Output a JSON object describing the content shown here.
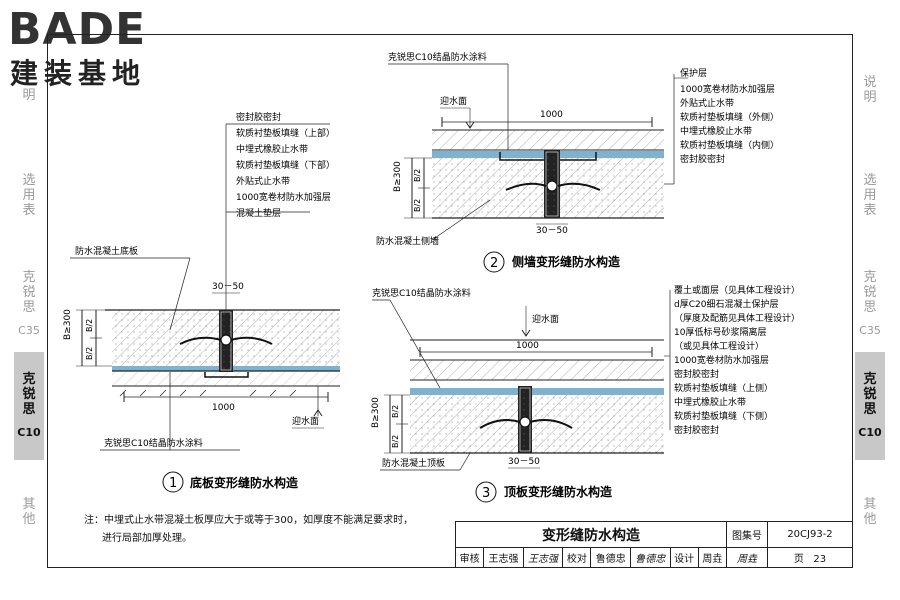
{
  "logo": {
    "main": "BADE",
    "sub": "建装基地"
  },
  "left_tabs": [
    {
      "label": "明"
    },
    {
      "label": "选用表"
    },
    {
      "label": "克锐思",
      "code": "C35"
    },
    {
      "label": "克锐思",
      "code": "C10"
    },
    {
      "label": "其他"
    }
  ],
  "right_tabs": [
    {
      "label": "说明"
    },
    {
      "label": "选用表"
    },
    {
      "label": "克锐思",
      "code": "C35"
    },
    {
      "label": "克锐思",
      "code": "C10"
    },
    {
      "label": "其他"
    }
  ],
  "active_tab": "C10",
  "diagram1": {
    "number": "1",
    "title": "底板变形缝防水构造",
    "layers": [
      "密封胶密封",
      "软质衬垫板填缝（上部）",
      "中埋式橡胶止水带",
      "软质衬垫板填缝（下部）",
      "外贴式止水带",
      "1000宽卷材防水加强层",
      "混凝土垫层"
    ],
    "base_label": "防水混凝土底板",
    "coating_label": "克锐思C10结晶防水涂料",
    "water_label": "迎水面",
    "gap": "30－50",
    "width": "1000",
    "dims": [
      "B≥300",
      "B/2",
      "B/2"
    ]
  },
  "diagram2": {
    "number": "2",
    "title": "侧墙变形缝防水构造",
    "coating_label": "克锐思C10结晶防水涂料",
    "water_label": "迎水面",
    "layers": [
      "保护层",
      "1000宽卷材防水加强层",
      "外贴式止水带",
      "软质衬垫板填缝（外侧）",
      "中埋式橡胶止水带",
      "软质衬垫板填缝（内侧）",
      "密封胶密封"
    ],
    "wall_label": "防水混凝土侧墙",
    "gap": "30－50",
    "width": "1000",
    "dims": [
      "B≥300",
      "B/2",
      "B/2"
    ]
  },
  "diagram3": {
    "number": "3",
    "title": "顶板变形缝防水构造",
    "coating_label": "克锐思C10结晶防水涂料",
    "water_label": "迎水面",
    "layers": [
      "覆土或面层（见具体工程设计）",
      "d厚C20细石混凝土保护层",
      "（厚度及配筋见具体工程设计）",
      "10厚低标号砂浆隔离层",
      "（或见具体工程设计）",
      "1000宽卷材防水加强层",
      "密封胶密封",
      "软质衬垫板填缝（上侧）",
      "中埋式橡胶止水带",
      "软质衬垫板填缝（下侧）",
      "密封胶密封"
    ],
    "roof_label": "防水混凝土顶板",
    "gap": "30－50",
    "width": "1000",
    "dims": [
      "B≥300",
      "B/2",
      "B/2"
    ]
  },
  "note": {
    "line1": "注：中埋式止水带混凝土板厚应大于或等于300，如厚度不能满足要求时，",
    "line2": "进行局部加厚处理。"
  },
  "title_block": {
    "title": "变形缝防水构造",
    "atlas_label": "图集号",
    "atlas_no": "20CJ93-2",
    "review_label": "审核",
    "reviewer": "王志强",
    "reviewer_sig": "王志强",
    "check_label": "校对",
    "checker": "鲁德忠",
    "checker_sig": "鲁德忠",
    "design_label": "设计",
    "designer": "周垚",
    "designer_sig": "周垚",
    "page_label": "页",
    "page_no": "23"
  }
}
